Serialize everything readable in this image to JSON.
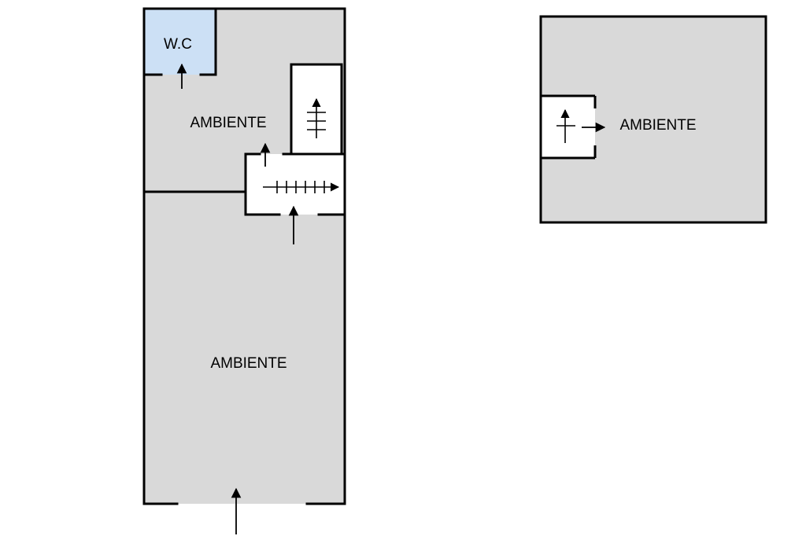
{
  "colors": {
    "room_fill": "#d9d9d9",
    "wc_fill": "#cce0f5",
    "wall": "#000000",
    "background": "#ffffff"
  },
  "floor_plan": {
    "lower_floor": {
      "rooms": [
        {
          "id": "wc",
          "label": "W.C"
        },
        {
          "id": "upper-room",
          "label": "AMBIENTE"
        },
        {
          "id": "main-room",
          "label": "AMBIENTE"
        }
      ],
      "symbols": [
        "stair-up-arrow",
        "stair-landing-arrow",
        "door-arrow"
      ]
    },
    "upper_floor": {
      "rooms": [
        {
          "id": "upper-floor-room",
          "label": "AMBIENTE"
        }
      ],
      "symbols": [
        "stair-up-arrow",
        "door-arrow"
      ]
    }
  }
}
